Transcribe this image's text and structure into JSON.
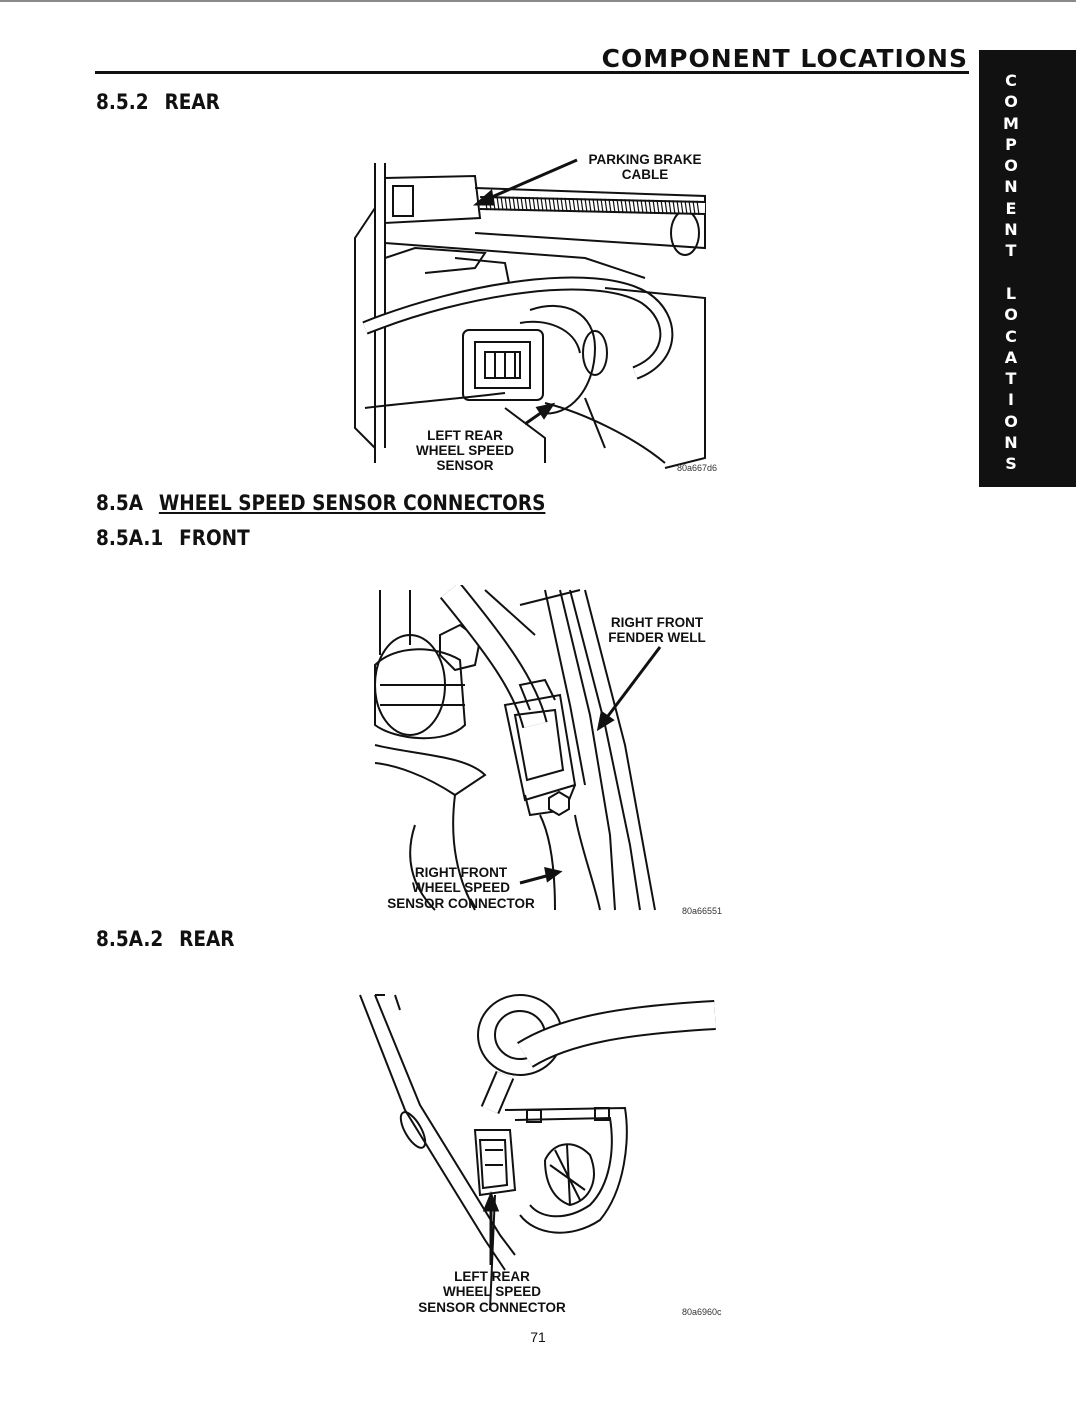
{
  "header": {
    "title": "COMPONENT LOCATIONS",
    "side_tab_letters": [
      "C",
      "O",
      "M",
      "P",
      "O",
      "N",
      "E",
      "N",
      "T",
      " ",
      "L",
      "O",
      "C",
      "A",
      "T",
      "I",
      "O",
      "N",
      "S"
    ]
  },
  "sections": {
    "rear_852": {
      "number": "8.5.2",
      "title": "REAR"
    },
    "wss_connectors": {
      "number": "8.5A",
      "title": "WHEEL SPEED SENSOR CONNECTORS"
    },
    "front_5a1": {
      "number": "8.5A.1",
      "title": "FRONT"
    },
    "rear_5a2": {
      "number": "8.5A.2",
      "title": "REAR"
    }
  },
  "figures": {
    "fig1": {
      "callout_cable": [
        "PARKING BRAKE",
        "CABLE"
      ],
      "callout_sensor": [
        "LEFT REAR",
        "WHEEL SPEED",
        "SENSOR"
      ],
      "code": "80a667d6"
    },
    "fig2": {
      "callout_fender": [
        "RIGHT FRONT",
        "FENDER WELL"
      ],
      "callout_connector": [
        "RIGHT FRONT",
        "WHEEL SPEED",
        "SENSOR CONNECTOR"
      ],
      "code": "80a66551"
    },
    "fig3": {
      "callout_connector": [
        "LEFT REAR",
        "WHEEL SPEED",
        "SENSOR CONNECTOR"
      ],
      "code": "80a6960c"
    }
  },
  "page_number": "71"
}
